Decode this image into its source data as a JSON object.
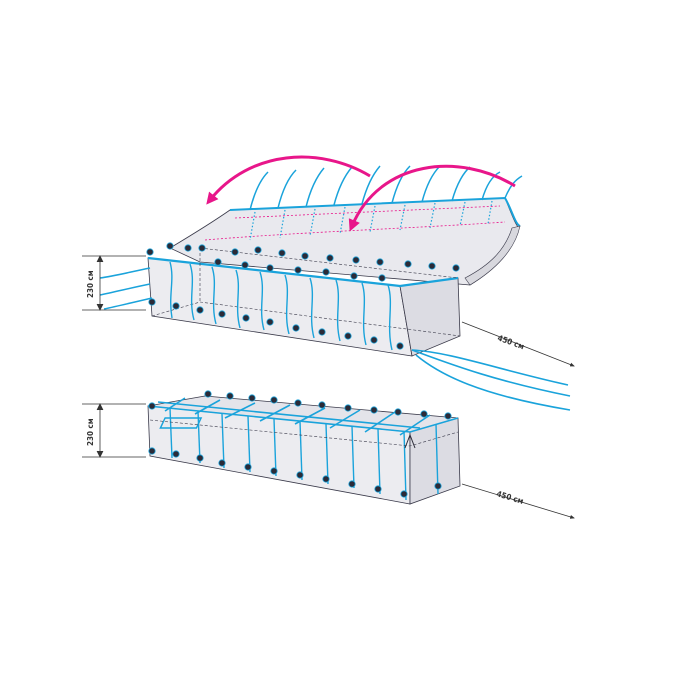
{
  "labels": {
    "top_height": "230 см",
    "top_length": "450 см",
    "bottom_height": "230 см",
    "bottom_length": "450 см"
  },
  "colors": {
    "strap": "#1aa3db",
    "arrow": "#e8168a",
    "cover": "#e9e9ee",
    "body": "#ececf0",
    "outline": "#3a3a4a",
    "eyelet": "#2b2b38",
    "dashed": "#e8168a"
  }
}
